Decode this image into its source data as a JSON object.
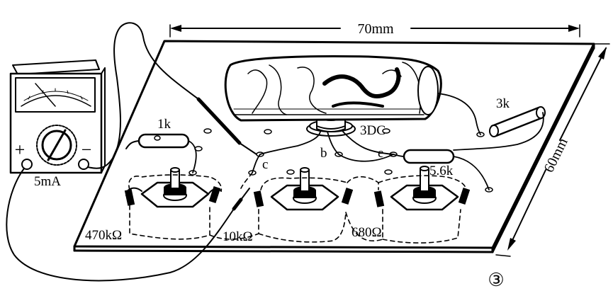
{
  "dimensions": {
    "width_label": "70mm",
    "height_label": "60mm"
  },
  "meter": {
    "plus_sign": "+",
    "minus_sign": "−",
    "range_label": "5mA"
  },
  "components": {
    "resistor_1k": "1k",
    "resistor_3k": "3k",
    "resistor_5_6k": "5.6k",
    "transistor": "3DG",
    "pot_470k": "470kΩ",
    "pot_10k": "10kΩ",
    "pot_680": "680Ω"
  },
  "terminals": {
    "collector": "c",
    "base": "b",
    "emitter": "e"
  },
  "figure_number": "③"
}
